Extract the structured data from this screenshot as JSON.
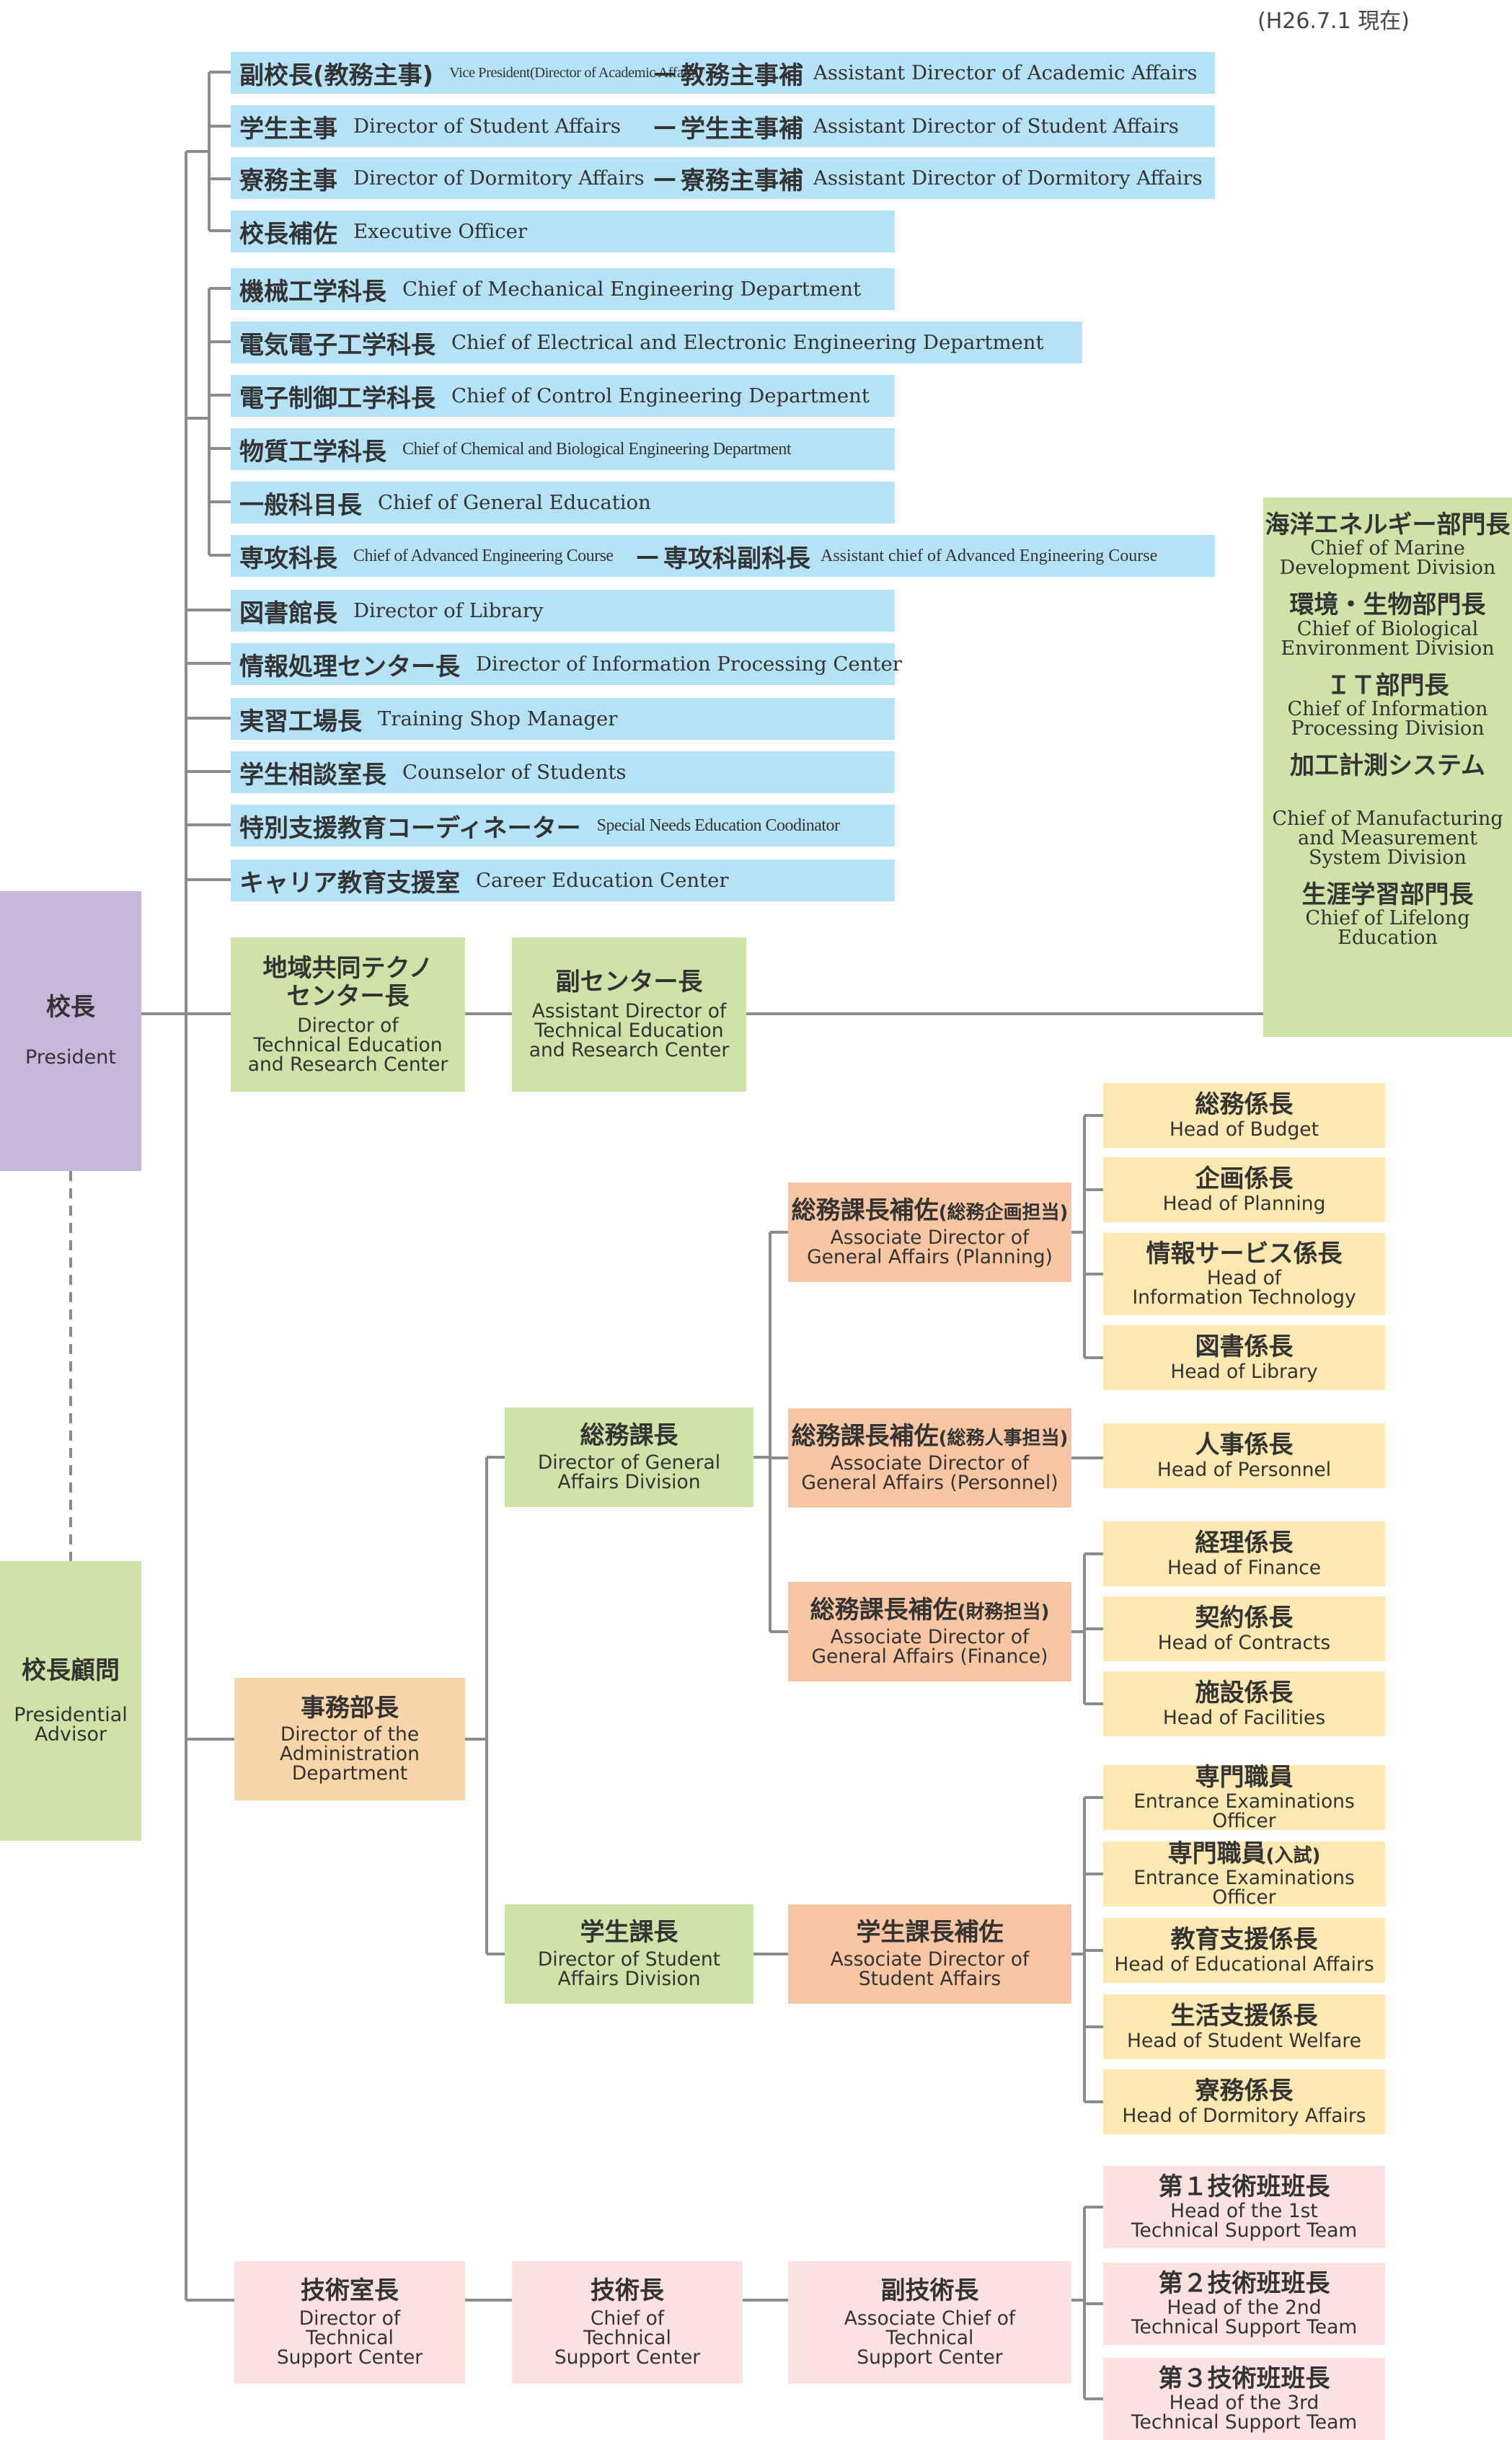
{
  "date_note": "(H26.7.1 現在)",
  "president": {
    "ja": "校長",
    "en": "President"
  },
  "advisor": {
    "ja": "校長顧問",
    "en": "Presidential\nAdvisor"
  },
  "blue_rows": [
    {
      "ja": "副校長(教務主事)",
      "en": "Vice President(Director of Academic Affairs)",
      "ja2": "教務主事補",
      "en2": "Assistant Director of Academic Affairs"
    },
    {
      "ja": "学生主事",
      "en": "Director of Student Affairs",
      "ja2": "学生主事補",
      "en2": "Assistant Director of Student Affairs"
    },
    {
      "ja": "寮務主事",
      "en": "Director of Dormitory Affairs",
      "ja2": "寮務主事補",
      "en2": "Assistant Director of Dormitory Affairs"
    },
    {
      "ja": "校長補佐",
      "en": "Executive Officer"
    },
    {
      "ja": "機械工学科長",
      "en": "Chief of Mechanical Engineering Department"
    },
    {
      "ja": "電気電子工学科長",
      "en": "Chief of Electrical and Electronic Engineering Department"
    },
    {
      "ja": "電子制御工学科長",
      "en": "Chief of Control Engineering Department"
    },
    {
      "ja": "物質工学科長",
      "en": "Chief of Chemical and Biological Engineering Department"
    },
    {
      "ja": "一般科目長",
      "en": "Chief of General Education"
    },
    {
      "ja": "専攻科長",
      "en": "Chief of Advanced Engineering Course",
      "ja2": "専攻科副科長",
      "en2": "Assistant chief of Advanced Engineering Course"
    },
    {
      "ja": "図書館長",
      "en": "Director of Library"
    },
    {
      "ja": "情報処理センター長",
      "en": "Director of Information Processing Center"
    },
    {
      "ja": "実習工場長",
      "en": "Training Shop Manager"
    },
    {
      "ja": "学生相談室長",
      "en": "Counselor of Students"
    },
    {
      "ja": "特別支援教育コーディネーター",
      "en": "Special Needs Education Coodinator"
    },
    {
      "ja": "キャリア教育支援室",
      "en": "Career Education Center"
    }
  ],
  "techno": {
    "ja": "地域共同テクノ\nセンター長",
    "en": "Director of\nTechnical Education\nand Research Center"
  },
  "sub_center": {
    "ja": "副センター長",
    "en": "Assistant Director of\nTechnical Education\nand Research Center"
  },
  "divisions": [
    {
      "ja": "海洋エネルギー部門長",
      "en": "Chief of Marine\nDevelopment Division"
    },
    {
      "ja": "環境・生物部門長",
      "en": "Chief of Biological\nEnvironment Division"
    },
    {
      "ja": "ＩＴ部門長",
      "en": "Chief of Information\nProcessing Division"
    },
    {
      "ja": "加工計測システム",
      "en": "Chief of Manufacturing\nand Measurement\nSystem Division"
    },
    {
      "ja": "生涯学習部門長",
      "en": "Chief of Lifelong\nEducation"
    }
  ],
  "admin_dept": {
    "ja": "事務部長",
    "en": "Director of the\nAdministration\nDepartment"
  },
  "general_affairs": {
    "ja": "総務課長",
    "en": "Director of General\nAffairs Division"
  },
  "student_affairs": {
    "ja": "学生課長",
    "en": "Director of Student\nAffairs Division"
  },
  "ga_planning": {
    "ja": "総務課長補佐",
    "ja_small": "(総務企画担当)",
    "en": "Associate Director of\nGeneral Affairs (Planning)"
  },
  "ga_personnel": {
    "ja": "総務課長補佐",
    "ja_small": "(総務人事担当)",
    "en": "Associate Director of\nGeneral Affairs (Personnel)"
  },
  "ga_finance": {
    "ja": "総務課長補佐",
    "ja_small": "(財務担当)",
    "en": "Associate Director of\nGeneral Affairs (Finance)"
  },
  "sa_assoc": {
    "ja": "学生課長補佐",
    "en": "Associate Director of\nStudent Affairs"
  },
  "planning_heads": [
    {
      "ja": "総務係長",
      "en": "Head of Budget"
    },
    {
      "ja": "企画係長",
      "en": "Head of Planning"
    },
    {
      "ja": "情報サービス係長",
      "en": "Head of\nInformation Technology"
    },
    {
      "ja": "図書係長",
      "en": "Head of Library"
    }
  ],
  "personnel_heads": [
    {
      "ja": "人事係長",
      "en": "Head of Personnel"
    }
  ],
  "finance_heads": [
    {
      "ja": "経理係長",
      "en": "Head of Finance"
    },
    {
      "ja": "契約係長",
      "en": "Head of Contracts"
    },
    {
      "ja": "施設係長",
      "en": "Head of Facilities"
    }
  ],
  "student_heads": [
    {
      "ja": "専門職員",
      "ja_small": "",
      "en": "Entrance Examinations Officer"
    },
    {
      "ja": "専門職員",
      "ja_small": "(入試)",
      "en": "Entrance Examinations Officer"
    },
    {
      "ja": "教育支援係長",
      "ja_small": "",
      "en": "Head of Educational Affairs"
    },
    {
      "ja": "生活支援係長",
      "ja_small": "",
      "en": "Head of Student Welfare"
    },
    {
      "ja": "寮務係長",
      "ja_small": "",
      "en": "Head of Dormitory Affairs"
    }
  ],
  "tech_room": {
    "ja": "技術室長",
    "en": "Director of\nTechnical\nSupport Center"
  },
  "tech_chief": {
    "ja": "技術長",
    "en": "Chief of\nTechnical\nSupport Center"
  },
  "tech_assoc": {
    "ja": "副技術長",
    "en": "Associate Chief of\nTechnical\nSupport Center"
  },
  "tech_teams": [
    {
      "ja": "第１技術班班長",
      "en": "Head of the 1st\nTechnical Support Team"
    },
    {
      "ja": "第２技術班班長",
      "en": "Head of the 2nd\nTechnical Support Team"
    },
    {
      "ja": "第３技術班班長",
      "en": "Head of the 3rd\nTechnical Support Team"
    }
  ],
  "colors": {
    "line": "#8c8c8c",
    "blue": "#b6e2f6",
    "purple": "#c9b6dc",
    "green": "#cfe3a8",
    "orange": "#f9d6a9",
    "salmon": "#f8c6a3",
    "yellow": "#fce9b2",
    "pink": "#fbe2e1"
  }
}
